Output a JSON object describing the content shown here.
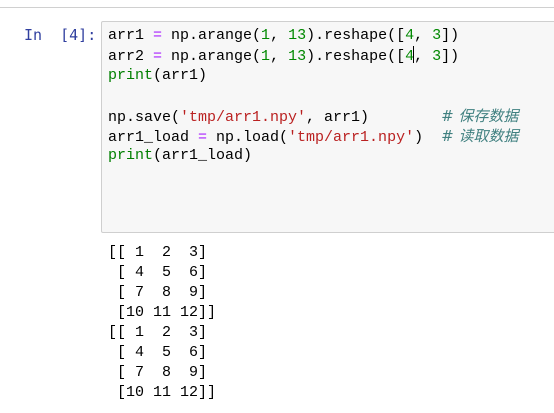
{
  "cell": {
    "prompt": "In  [4]:",
    "code": {
      "line1": {
        "var": "arr1",
        "eq": " = ",
        "call": "np.arange(",
        "n1": "1",
        "sep1": ", ",
        "n2": "13",
        "mid": ").reshape([",
        "n3": "4",
        "sep2": ", ",
        "n4": "3",
        "end": "])"
      },
      "line2": {
        "var": "arr2",
        "eq": " = ",
        "call": "np.arange(",
        "n1": "1",
        "sep1": ", ",
        "n2": "13",
        "mid": ").reshape([",
        "n3": "4",
        "sep2": ", ",
        "n4": "3",
        "end": "])"
      },
      "line3": {
        "fn": "print",
        "args": "(arr1)"
      },
      "line5": {
        "call": "np.save(",
        "str": "'tmp/arr1.npy'",
        "rest": ", arr1)",
        "pad": "        ",
        "comment": "# 保存数据"
      },
      "line6": {
        "var": "arr1_load",
        "eq": " = ",
        "call": "np.load(",
        "str": "'tmp/arr1.npy'",
        "rest": ")",
        "pad": "  ",
        "comment": "# 读取数据"
      },
      "line7": {
        "fn": "print",
        "args": "(arr1_load)"
      }
    },
    "output": [
      "[[ 1  2  3]",
      " [ 4  5  6]",
      " [ 7  8  9]",
      " [10 11 12]]",
      "[[ 1  2  3]",
      " [ 4  5  6]",
      " [ 7  8  9]",
      " [10 11 12]]"
    ]
  }
}
